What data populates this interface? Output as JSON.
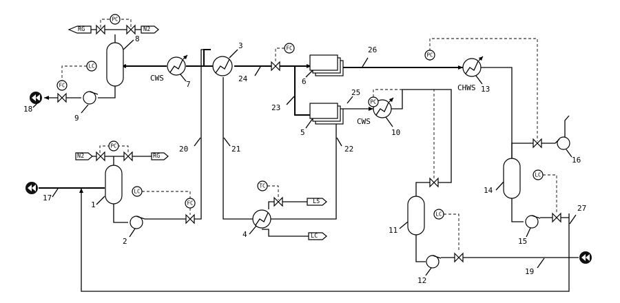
{
  "equipment_numbers": [
    "1",
    "2",
    "3",
    "4",
    "5",
    "6",
    "7",
    "8",
    "9",
    "10",
    "11",
    "12",
    "13",
    "14",
    "15",
    "16"
  ],
  "stream_numbers": [
    "17",
    "18",
    "19",
    "20",
    "21",
    "22",
    "23",
    "24",
    "25",
    "26",
    "27"
  ],
  "instruments": {
    "pc": "PC",
    "lc": "LC",
    "fc": "FC",
    "tc": "TC"
  },
  "utilities": {
    "cws": "CWS",
    "chws": "CHWS",
    "rg": "RG",
    "n2": "N2",
    "ls": "LS",
    "lc_out": "LC"
  }
}
